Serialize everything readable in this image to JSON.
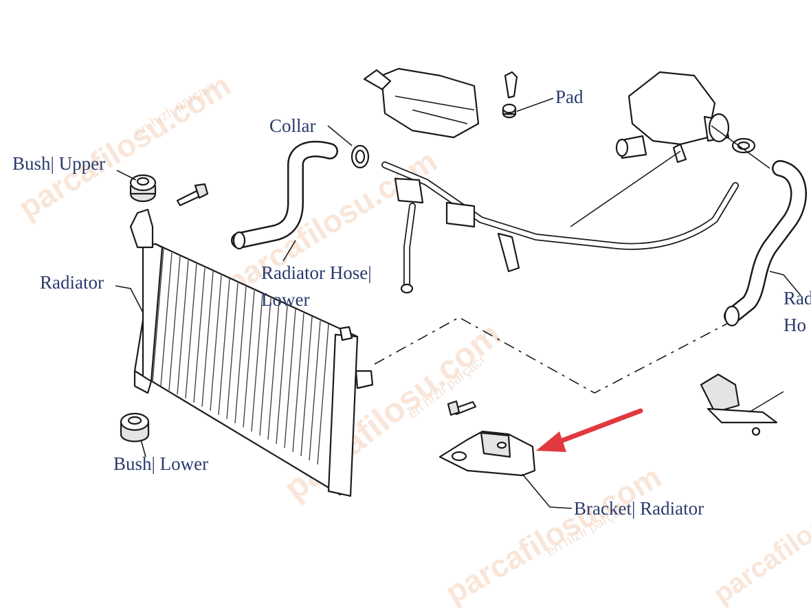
{
  "labels": {
    "bush_upper": "Bush| Upper",
    "collar": "Collar",
    "pad": "Pad",
    "radiator": "Radiator",
    "radiator_hose_lower_1": "Radiator Hose|",
    "radiator_hose_lower_2": "Lower",
    "radiator_hose_upper_1": "Rad",
    "radiator_hose_upper_2": "Ho",
    "bush_lower": "Bush| Lower",
    "bracket_radiator": "Bracket| Radiator"
  },
  "watermark": {
    "brand": "parcafilosu.com",
    "tagline": "en hızlı parçacı"
  },
  "colors": {
    "label_text": "#2b3a6b",
    "arrow": "#e0393e",
    "watermark": "#f0b894"
  }
}
